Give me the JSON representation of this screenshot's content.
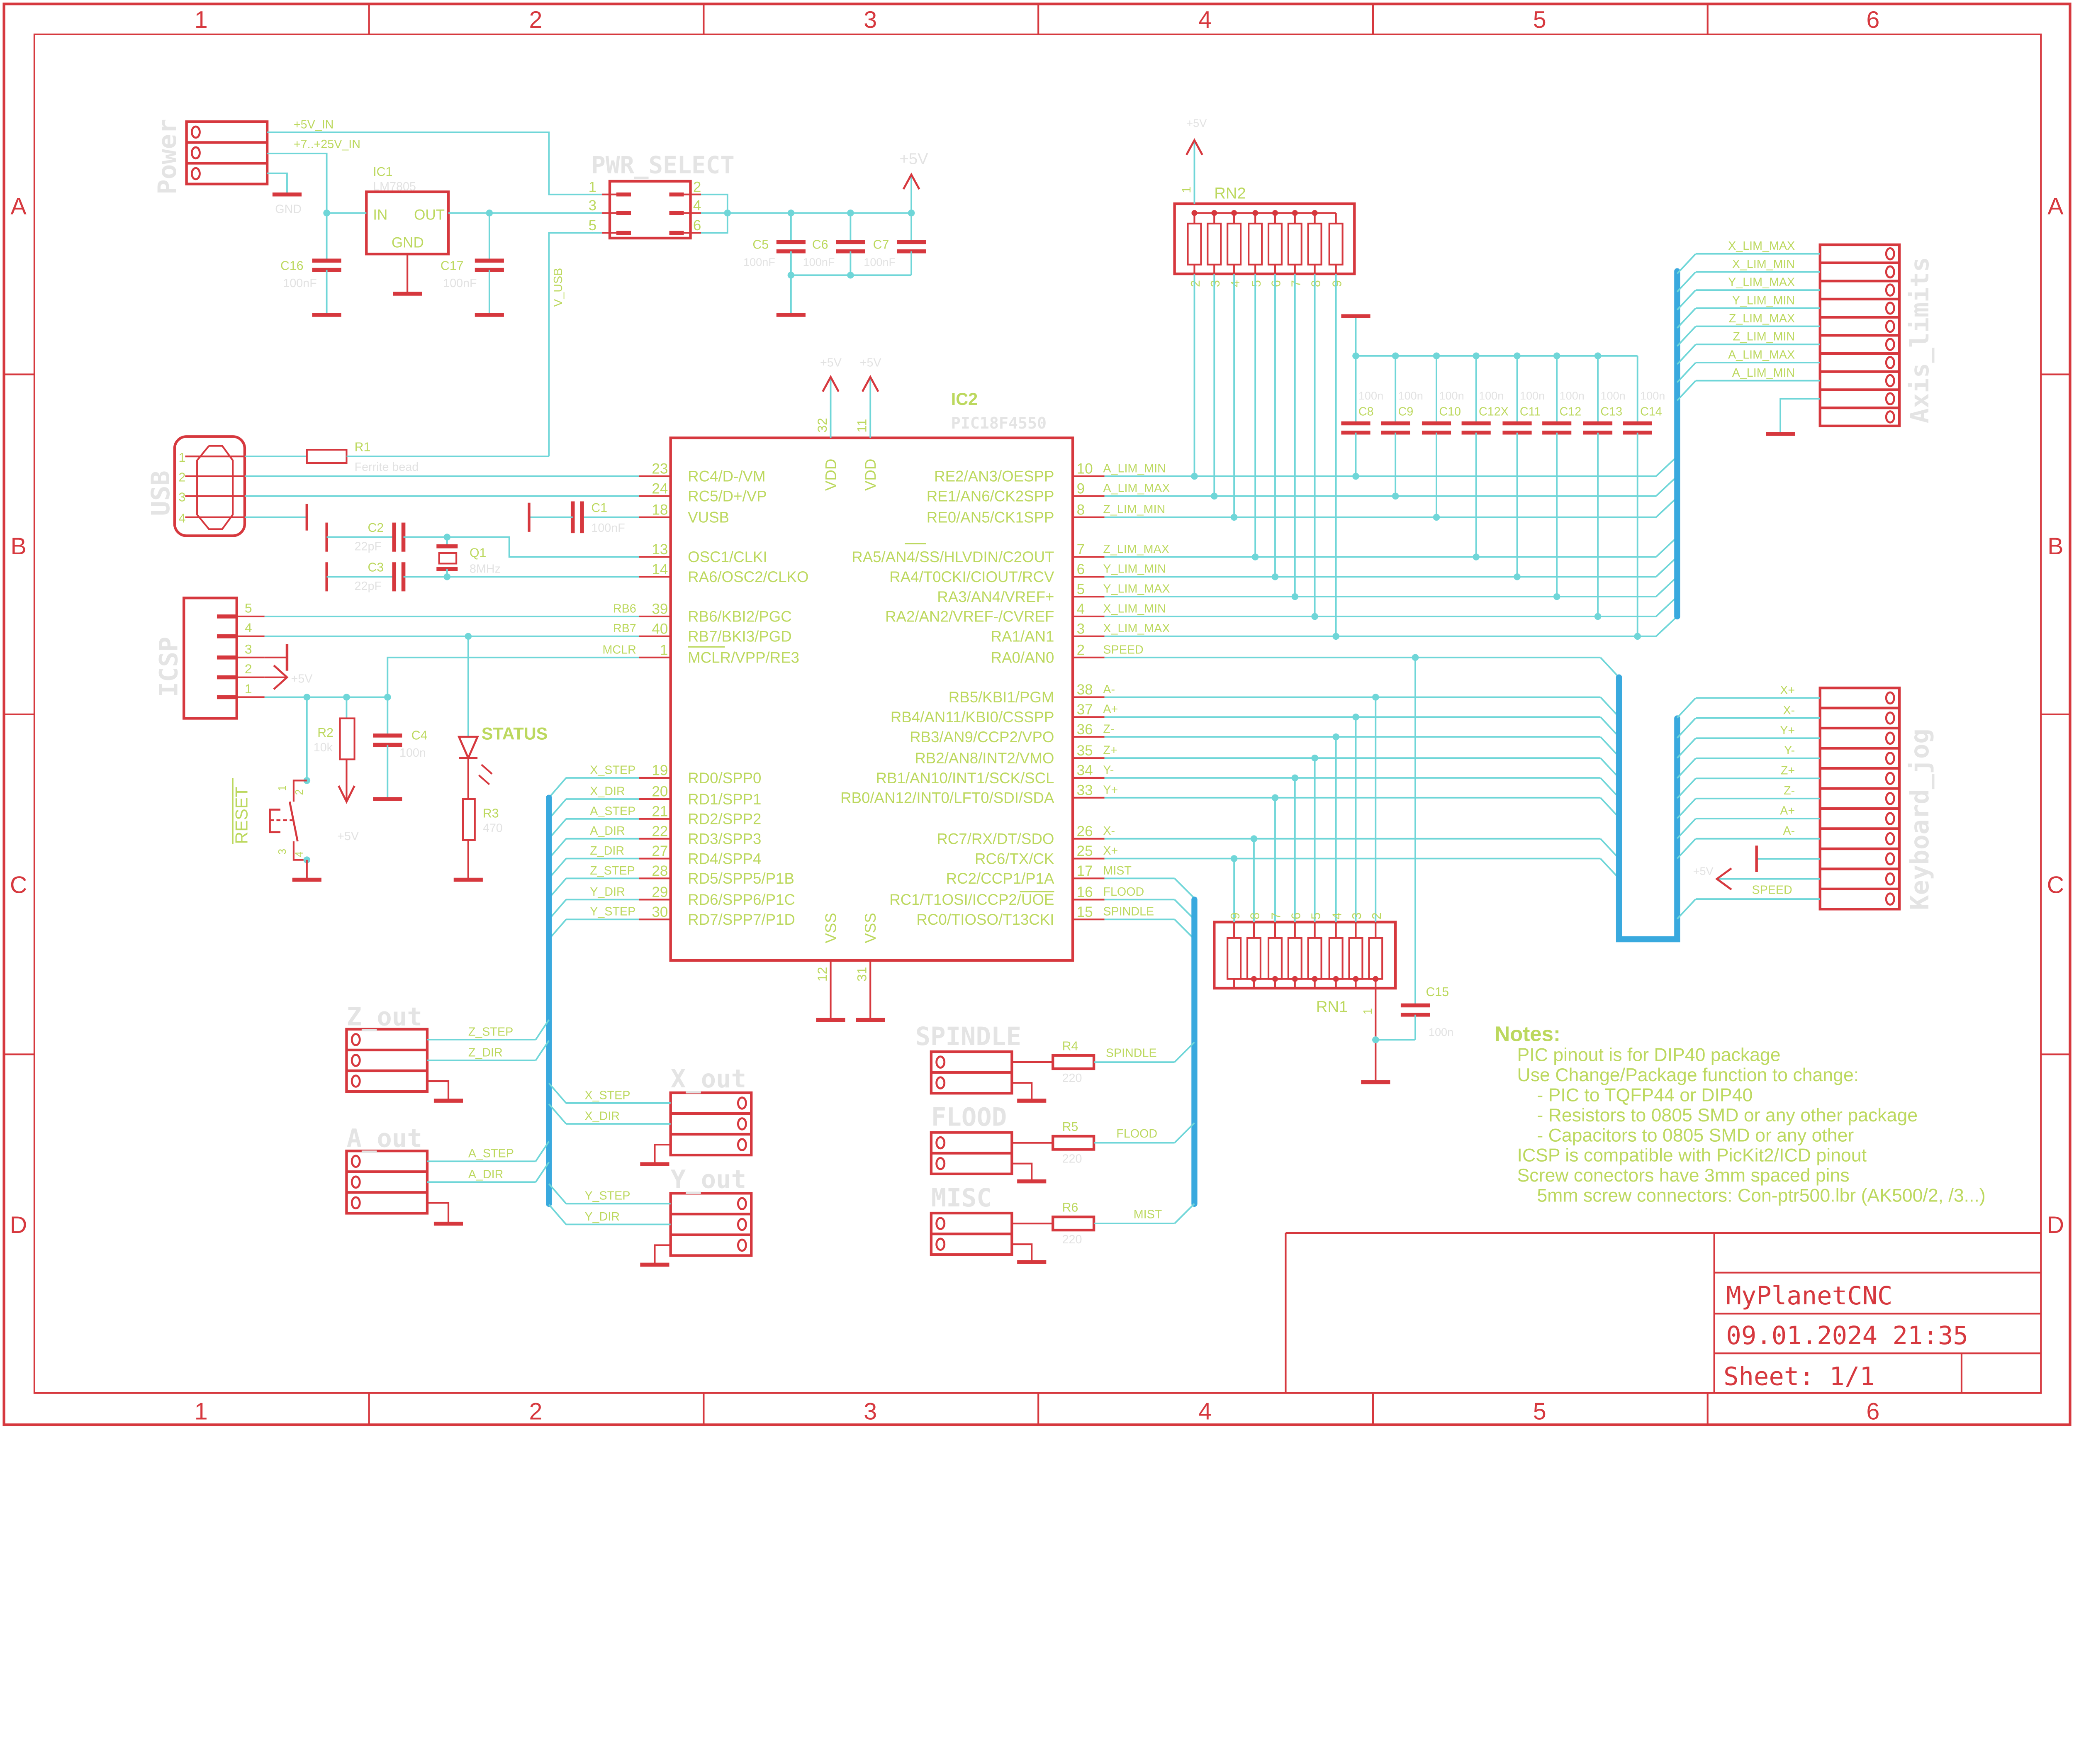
{
  "frame": {
    "columns": [
      "1",
      "2",
      "3",
      "4",
      "5",
      "6"
    ],
    "rows": [
      "A",
      "B",
      "C",
      "D"
    ]
  },
  "title_block": {
    "title": "MyPlanetCNC",
    "date": "09.01.2024 21:35",
    "sheet": "Sheet: 1/1"
  },
  "notes": {
    "heading": "Notes:",
    "lines": [
      "PIC pinout is for DIP40 package",
      "Use Change/Package function to change:",
      "- PIC to TQFP44 or DIP40",
      "- Resistors to 0805 SMD or any other package",
      "- Capacitors to 0805 SMD or any other",
      "ICSP is compatible with PicKit2/ICD pinout",
      "Screw conectors have 3mm spaced pins",
      "5mm screw connectors: Con-ptr500.lbr (AK500/2, /3...)"
    ]
  },
  "colors": {
    "symbol": "#d6383e",
    "wire": "#6fd6d8",
    "bus": "#39a9de",
    "label": "#bcd85e",
    "name_text": "#e2e2e2"
  },
  "supply": "+5V",
  "power": {
    "name": "Power",
    "net_5v": "+5V_IN",
    "net_vin": "+7..+25V_IN",
    "gnd": "GND"
  },
  "ic1": {
    "ref": "IC1",
    "value": "LM7805",
    "pin_in": "IN",
    "pin_out": "OUT",
    "pin_gnd": "GND"
  },
  "pwr_select": {
    "name": "PWR_SELECT",
    "pins": [
      "1",
      "2",
      "3",
      "4",
      "5",
      "6"
    ],
    "net": "V_USB"
  },
  "usb": {
    "name": "USB",
    "pins": [
      "1",
      "2",
      "3",
      "4"
    ]
  },
  "icsp": {
    "name": "ICSP",
    "pins": [
      "5",
      "4",
      "3",
      "2",
      "1"
    ]
  },
  "reset": {
    "name": "RESET",
    "pins": [
      "1",
      "2",
      "3",
      "4"
    ]
  },
  "led": {
    "name": "STATUS"
  },
  "parts": {
    "c16": {
      "ref": "C16",
      "value": "100nF"
    },
    "c17": {
      "ref": "C17",
      "value": "100nF"
    },
    "c5": {
      "ref": "C5",
      "value": "100nF"
    },
    "c6": {
      "ref": "C6",
      "value": "100nF"
    },
    "c7": {
      "ref": "C7",
      "value": "100nF"
    },
    "c1": {
      "ref": "C1",
      "value": "100nF"
    },
    "c2": {
      "ref": "C2",
      "value": "22pF"
    },
    "c3": {
      "ref": "C3",
      "value": "22pF"
    },
    "c4": {
      "ref": "C4",
      "value": "100n"
    },
    "c15": {
      "ref": "C15",
      "value": "100n"
    },
    "r1": {
      "ref": "R1",
      "value": "Ferrite bead"
    },
    "r2": {
      "ref": "R2",
      "value": "10k"
    },
    "r3": {
      "ref": "R3",
      "value": "470"
    },
    "r4": {
      "ref": "R4",
      "value": "220"
    },
    "r5": {
      "ref": "R5",
      "value": "220"
    },
    "r6": {
      "ref": "R6",
      "value": "220"
    },
    "q1": {
      "ref": "Q1",
      "value": "8MHz"
    }
  },
  "filter_caps": [
    {
      "ref": "C8",
      "value": "100n"
    },
    {
      "ref": "C9",
      "value": "100n"
    },
    {
      "ref": "C10",
      "value": "100n"
    },
    {
      "ref": "C12X",
      "value": "100n"
    },
    {
      "ref": "C11",
      "value": "100n"
    },
    {
      "ref": "C12",
      "value": "100n"
    },
    {
      "ref": "C13",
      "value": "100n"
    },
    {
      "ref": "C14",
      "value": "100n"
    }
  ],
  "rn2": {
    "ref": "RN2",
    "pin1": "1",
    "pins": [
      "2",
      "3",
      "4",
      "5",
      "6",
      "7",
      "8",
      "9"
    ]
  },
  "rn1": {
    "ref": "RN1",
    "pin1": "1",
    "pins": [
      "9",
      "8",
      "7",
      "6",
      "5",
      "4",
      "3",
      "2"
    ]
  },
  "ic2": {
    "ref": "IC2",
    "value": "PIC18F4550",
    "vdd": [
      {
        "num": "32",
        "name": "VDD"
      },
      {
        "num": "11",
        "name": "VDD"
      }
    ],
    "vss": [
      {
        "num": "12",
        "name": "VSS"
      },
      {
        "num": "31",
        "name": "VSS"
      }
    ],
    "left": [
      {
        "num": "23",
        "name": "RC4/D-/VM",
        "net": ""
      },
      {
        "num": "24",
        "name": "RC5/D+/VP",
        "net": ""
      },
      {
        "num": "18",
        "name": "VUSB",
        "net": ""
      },
      {
        "num": "13",
        "name": "OSC1/CLKI",
        "net": ""
      },
      {
        "num": "14",
        "name": "RA6/OSC2/CLKO",
        "net": ""
      },
      {
        "num": "39",
        "name": "RB6/KBI2/PGC",
        "net": "RB6"
      },
      {
        "num": "40",
        "name": "RB7/BKI3/PGD",
        "net": "RB7"
      },
      {
        "num": "1",
        "name": "MCLR/VPP/RE3",
        "net": "MCLR"
      },
      {
        "num": "19",
        "name": "RD0/SPP0",
        "net": "X_STEP"
      },
      {
        "num": "20",
        "name": "RD1/SPP1",
        "net": "X_DIR"
      },
      {
        "num": "21",
        "name": "RD2/SPP2",
        "net": "A_STEP"
      },
      {
        "num": "22",
        "name": "RD3/SPP3",
        "net": "A_DIR"
      },
      {
        "num": "27",
        "name": "RD4/SPP4",
        "net": "Z_DIR"
      },
      {
        "num": "28",
        "name": "RD5/SPP5/P1B",
        "net": "Z_STEP"
      },
      {
        "num": "29",
        "name": "RD6/SPP6/P1C",
        "net": "Y_DIR"
      },
      {
        "num": "30",
        "name": "RD7/SPP7/P1D",
        "net": "Y_STEP"
      }
    ],
    "right": [
      {
        "num": "10",
        "name": "RE2/AN3/OESPP",
        "net": "A_LIM_MIN"
      },
      {
        "num": "9",
        "name": "RE1/AN6/CK2SPP",
        "net": "A_LIM_MAX"
      },
      {
        "num": "8",
        "name": "RE0/AN5/CK1SPP",
        "net": "Z_LIM_MIN"
      },
      {
        "num": "7",
        "name": "RA5/AN4/SS/HLVDIN/C2OUT",
        "net": "Z_LIM_MAX"
      },
      {
        "num": "6",
        "name": "RA4/T0CKI/CIOUT/RCV",
        "net": "Y_LIM_MIN"
      },
      {
        "num": "5",
        "name": "RA3/AN4/VREF+",
        "net": "Y_LIM_MAX"
      },
      {
        "num": "4",
        "name": "RA2/AN2/VREF-/CVREF",
        "net": "X_LIM_MIN"
      },
      {
        "num": "3",
        "name": "RA1/AN1",
        "net": "X_LIM_MAX"
      },
      {
        "num": "2",
        "name": "RA0/AN0",
        "net": "SPEED"
      },
      {
        "num": "38",
        "name": "RB5/KBI1/PGM",
        "net": "A-"
      },
      {
        "num": "37",
        "name": "RB4/AN11/KBI0/CSSPP",
        "net": "A+"
      },
      {
        "num": "36",
        "name": "RB3/AN9/CCP2/VPO",
        "net": "Z-"
      },
      {
        "num": "35",
        "name": "RB2/AN8/INT2/VMO",
        "net": "Z+"
      },
      {
        "num": "34",
        "name": "RB1/AN10/INT1/SCK/SCL",
        "net": "Y-"
      },
      {
        "num": "33",
        "name": "RB0/AN12/INT0/LFT0/SDI/SDA",
        "net": "Y+"
      },
      {
        "num": "26",
        "name": "RC7/RX/DT/SDO",
        "net": "X-"
      },
      {
        "num": "25",
        "name": "RC6/TX/CK",
        "net": "X+"
      },
      {
        "num": "17",
        "name": "RC2/CCP1/P1A",
        "net": "MIST"
      },
      {
        "num": "16",
        "name": "RC1/T1OSI/ICCP2/UOE",
        "net": "FLOOD"
      },
      {
        "num": "15",
        "name": "RC0/TIOSO/T13CKI",
        "net": "SPINDLE"
      }
    ]
  },
  "axis_limits": {
    "name": "Axis_limits",
    "nets": [
      "X_LIM_MAX",
      "X_LIM_MIN",
      "Y_LIM_MAX",
      "Y_LIM_MIN",
      "Z_LIM_MAX",
      "Z_LIM_MIN",
      "A_LIM_MAX",
      "A_LIM_MIN"
    ]
  },
  "keyboard_jog": {
    "name": "Keyboard_jog",
    "nets": [
      "X+",
      "X-",
      "Y+",
      "Y-",
      "Z+",
      "Z-",
      "A+",
      "A-"
    ],
    "speed_net": "SPEED"
  },
  "outputs": {
    "z_out": {
      "name": "Z_out",
      "nets": [
        "Z_STEP",
        "Z_DIR"
      ]
    },
    "a_out": {
      "name": "A_out",
      "nets": [
        "A_STEP",
        "A_DIR"
      ]
    },
    "x_out": {
      "name": "X_out",
      "nets": [
        "X_STEP",
        "X_DIR"
      ]
    },
    "y_out": {
      "name": "Y_out",
      "nets": [
        "Y_STEP",
        "Y_DIR"
      ]
    },
    "spindle": {
      "name": "SPINDLE",
      "net": "SPINDLE"
    },
    "flood": {
      "name": "FLOOD",
      "net": "FLOOD"
    },
    "misc": {
      "name": "MISC",
      "net": "MIST"
    }
  }
}
